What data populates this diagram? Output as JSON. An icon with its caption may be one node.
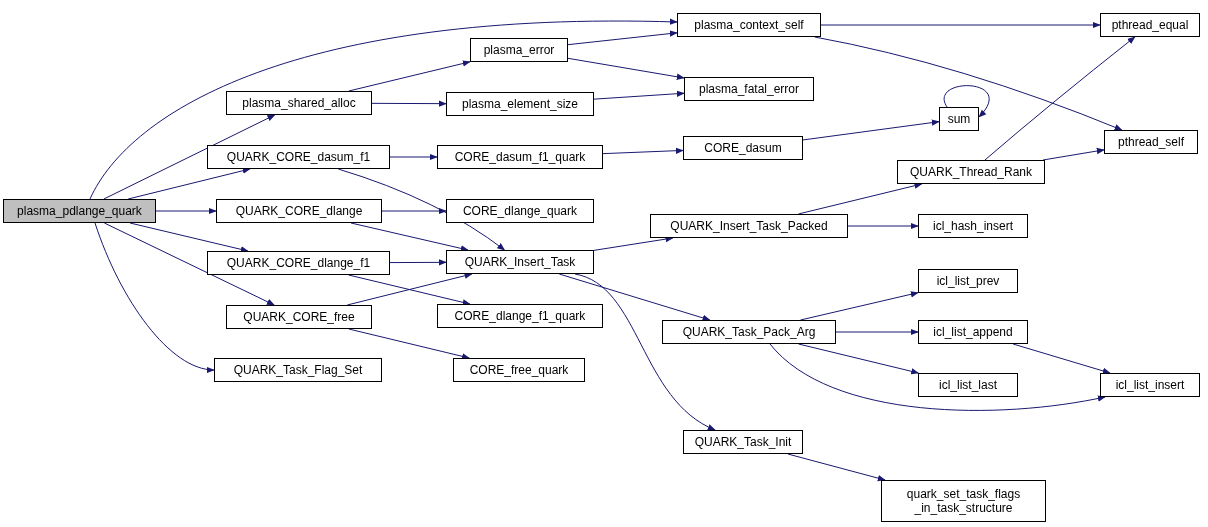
{
  "diagram": {
    "nodes": [
      {
        "text": [
          "plasma_pdlange_quark"
        ]
      },
      {
        "text": [
          "plasma_context_self"
        ]
      },
      {
        "text": [
          "pthread_equal"
        ]
      },
      {
        "text": [
          "plasma_error"
        ]
      },
      {
        "text": [
          "plasma_fatal_error"
        ]
      },
      {
        "text": [
          "plasma_shared_alloc"
        ]
      },
      {
        "text": [
          "plasma_element_size"
        ]
      },
      {
        "text": [
          "sum"
        ]
      },
      {
        "text": [
          "pthread_self"
        ]
      },
      {
        "text": [
          "QUARK_CORE_dasum_f1"
        ]
      },
      {
        "text": [
          "CORE_dasum_f1_quark"
        ]
      },
      {
        "text": [
          "CORE_dasum"
        ]
      },
      {
        "text": [
          "QUARK_Thread_Rank"
        ]
      },
      {
        "text": [
          "QUARK_CORE_dlange"
        ]
      },
      {
        "text": [
          "CORE_dlange_quark"
        ]
      },
      {
        "text": [
          "QUARK_Insert_Task_Packed"
        ]
      },
      {
        "text": [
          "icl_hash_insert"
        ]
      },
      {
        "text": [
          "QUARK_CORE_dlange_f1"
        ]
      },
      {
        "text": [
          "QUARK_Insert_Task"
        ]
      },
      {
        "text": [
          "QUARK_CORE_free"
        ]
      },
      {
        "text": [
          "CORE_dlange_f1_quark"
        ]
      },
      {
        "text": [
          "icl_list_prev"
        ]
      },
      {
        "text": [
          "QUARK_Task_Pack_Arg"
        ]
      },
      {
        "text": [
          "icl_list_append"
        ]
      },
      {
        "text": [
          "QUARK_Task_Flag_Set"
        ]
      },
      {
        "text": [
          "CORE_free_quark"
        ]
      },
      {
        "text": [
          "icl_list_last"
        ]
      },
      {
        "text": [
          "icl_list_insert"
        ]
      },
      {
        "text": [
          "QUARK_Task_Init"
        ]
      },
      {
        "text": [
          "quark_set_task_flags _in_task_structure"
        ]
      }
    ],
    "edges": [
      {
        "from": 0,
        "to": 1,
        "arrow": "to"
      },
      {
        "from": 0,
        "to": 5,
        "arrow": "to"
      },
      {
        "from": 0,
        "to": 9,
        "arrow": "to"
      },
      {
        "from": 0,
        "to": 13,
        "arrow": "to"
      },
      {
        "from": 0,
        "to": 17,
        "arrow": "to"
      },
      {
        "from": 0,
        "to": 19,
        "arrow": "to"
      },
      {
        "from": 0,
        "to": 24,
        "arrow": "to"
      },
      {
        "from": 5,
        "to": 3,
        "arrow": "to"
      },
      {
        "from": 5,
        "to": 6,
        "arrow": "to"
      },
      {
        "from": 3,
        "to": 1,
        "arrow": "to"
      },
      {
        "from": 3,
        "to": 4,
        "arrow": "to"
      },
      {
        "from": 6,
        "to": 4,
        "arrow": "to"
      },
      {
        "from": 1,
        "to": 2,
        "arrow": "to"
      },
      {
        "from": 1,
        "to": 8,
        "arrow": "to"
      },
      {
        "from": 9,
        "to": 10,
        "arrow": "to"
      },
      {
        "from": 9,
        "to": 18,
        "arrow": "to"
      },
      {
        "from": 10,
        "to": 11,
        "arrow": "to"
      },
      {
        "from": 11,
        "to": 7,
        "arrow": "to"
      },
      {
        "from": 7,
        "to": 7,
        "arrow": "to"
      },
      {
        "from": 13,
        "to": 14,
        "arrow": "to"
      },
      {
        "from": 13,
        "to": 18,
        "arrow": "to"
      },
      {
        "from": 17,
        "to": 18,
        "arrow": "to"
      },
      {
        "from": 17,
        "to": 20,
        "arrow": "to"
      },
      {
        "from": 19,
        "to": 18,
        "arrow": "to"
      },
      {
        "from": 19,
        "to": 25,
        "arrow": "to"
      },
      {
        "from": 18,
        "to": 15,
        "arrow": "to"
      },
      {
        "from": 18,
        "to": 22,
        "arrow": "to"
      },
      {
        "from": 18,
        "to": 28,
        "arrow": "to"
      },
      {
        "from": 15,
        "to": 12,
        "arrow": "to"
      },
      {
        "from": 15,
        "to": 16,
        "arrow": "to"
      },
      {
        "from": 12,
        "to": 2,
        "arrow": "to"
      },
      {
        "from": 12,
        "to": 8,
        "arrow": "to"
      },
      {
        "from": 22,
        "to": 21,
        "arrow": "to"
      },
      {
        "from": 22,
        "to": 23,
        "arrow": "to"
      },
      {
        "from": 22,
        "to": 26,
        "arrow": "to"
      },
      {
        "from": 22,
        "to": 27,
        "arrow": "to"
      },
      {
        "from": 23,
        "to": 27,
        "arrow": "to"
      },
      {
        "from": 28,
        "to": 29,
        "arrow": "to"
      }
    ]
  }
}
